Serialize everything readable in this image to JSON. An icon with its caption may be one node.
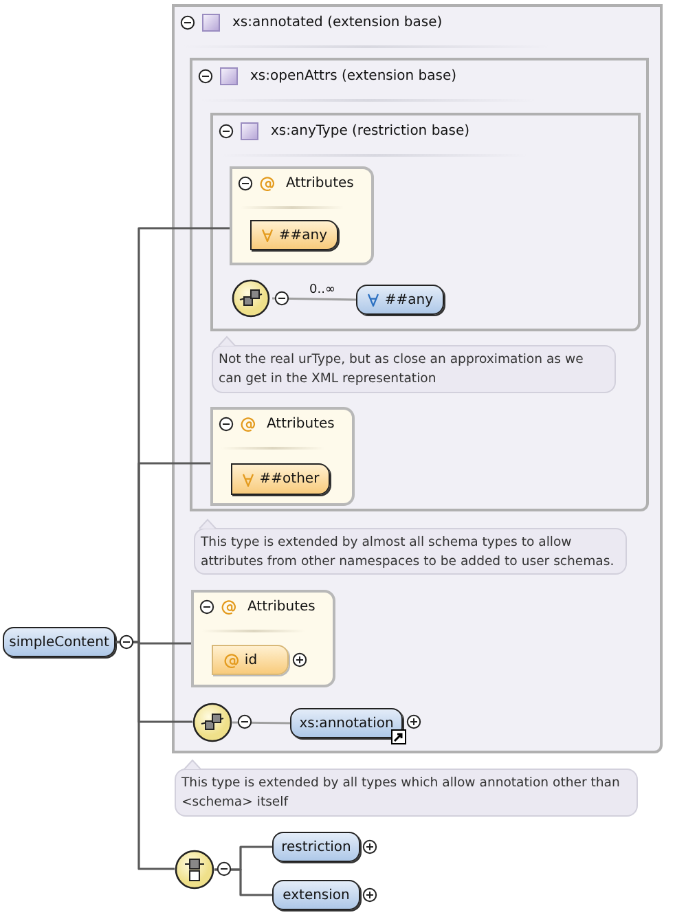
{
  "diagram": {
    "nodes": [
      {
        "text": [
          "xs:annotated (extension base)"
        ]
      },
      {
        "text": [
          "xs:openAttrs (extension base)"
        ],
        "in": 0
      },
      {
        "text": [
          "xs:anyType (restriction base)"
        ],
        "in": 1
      },
      {
        "text": [
          "Attributes"
        ],
        "in": 2
      },
      {
        "text": [
          "##any"
        ],
        "in": 3
      },
      {
        "text": [],
        "shape": "circle",
        "in": 2
      },
      {
        "text": [
          "##any"
        ],
        "in": 2
      },
      {
        "text": [
          "Not the real urType, but as close an approximation as we can get in the XML representation"
        ],
        "in": 1
      },
      {
        "text": [
          "Attributes"
        ],
        "in": 1
      },
      {
        "text": [
          "##other"
        ],
        "in": 8
      },
      {
        "text": [
          "This type is extended by almost all schema types to allow attributes from other namespaces to be added to user schemas."
        ],
        "in": 0
      },
      {
        "text": [
          "Attributes"
        ],
        "in": 0
      },
      {
        "text": [
          "id"
        ],
        "in": 11
      },
      {
        "text": [],
        "shape": "circle",
        "in": 0
      },
      {
        "text": [
          "xs:annotation"
        ],
        "in": 0
      },
      {
        "text": [
          "This type is extended by all types which allow annotation other than <schema> itself"
        ]
      },
      {
        "text": [
          "simpleContent"
        ]
      },
      {
        "text": [],
        "shape": "circle"
      },
      {
        "text": [
          "restriction"
        ]
      },
      {
        "text": [
          "extension"
        ]
      }
    ],
    "edges": [
      {
        "from": 16,
        "to": 3,
        "arrow": "none"
      },
      {
        "from": 16,
        "to": 8,
        "arrow": "none"
      },
      {
        "from": 16,
        "to": 11,
        "arrow": "none"
      },
      {
        "from": 16,
        "to": 13,
        "arrow": "none"
      },
      {
        "from": 16,
        "to": 17,
        "arrow": "none"
      },
      {
        "from": 5,
        "to": 6,
        "arrow": "none",
        "label": "0..∞",
        "color": "#a0a0a0"
      },
      {
        "from": 13,
        "to": 14,
        "arrow": "none",
        "color": "#a0a0a0"
      },
      {
        "from": 17,
        "to": 18,
        "arrow": "none"
      },
      {
        "from": 17,
        "to": 19,
        "arrow": "none"
      }
    ]
  }
}
